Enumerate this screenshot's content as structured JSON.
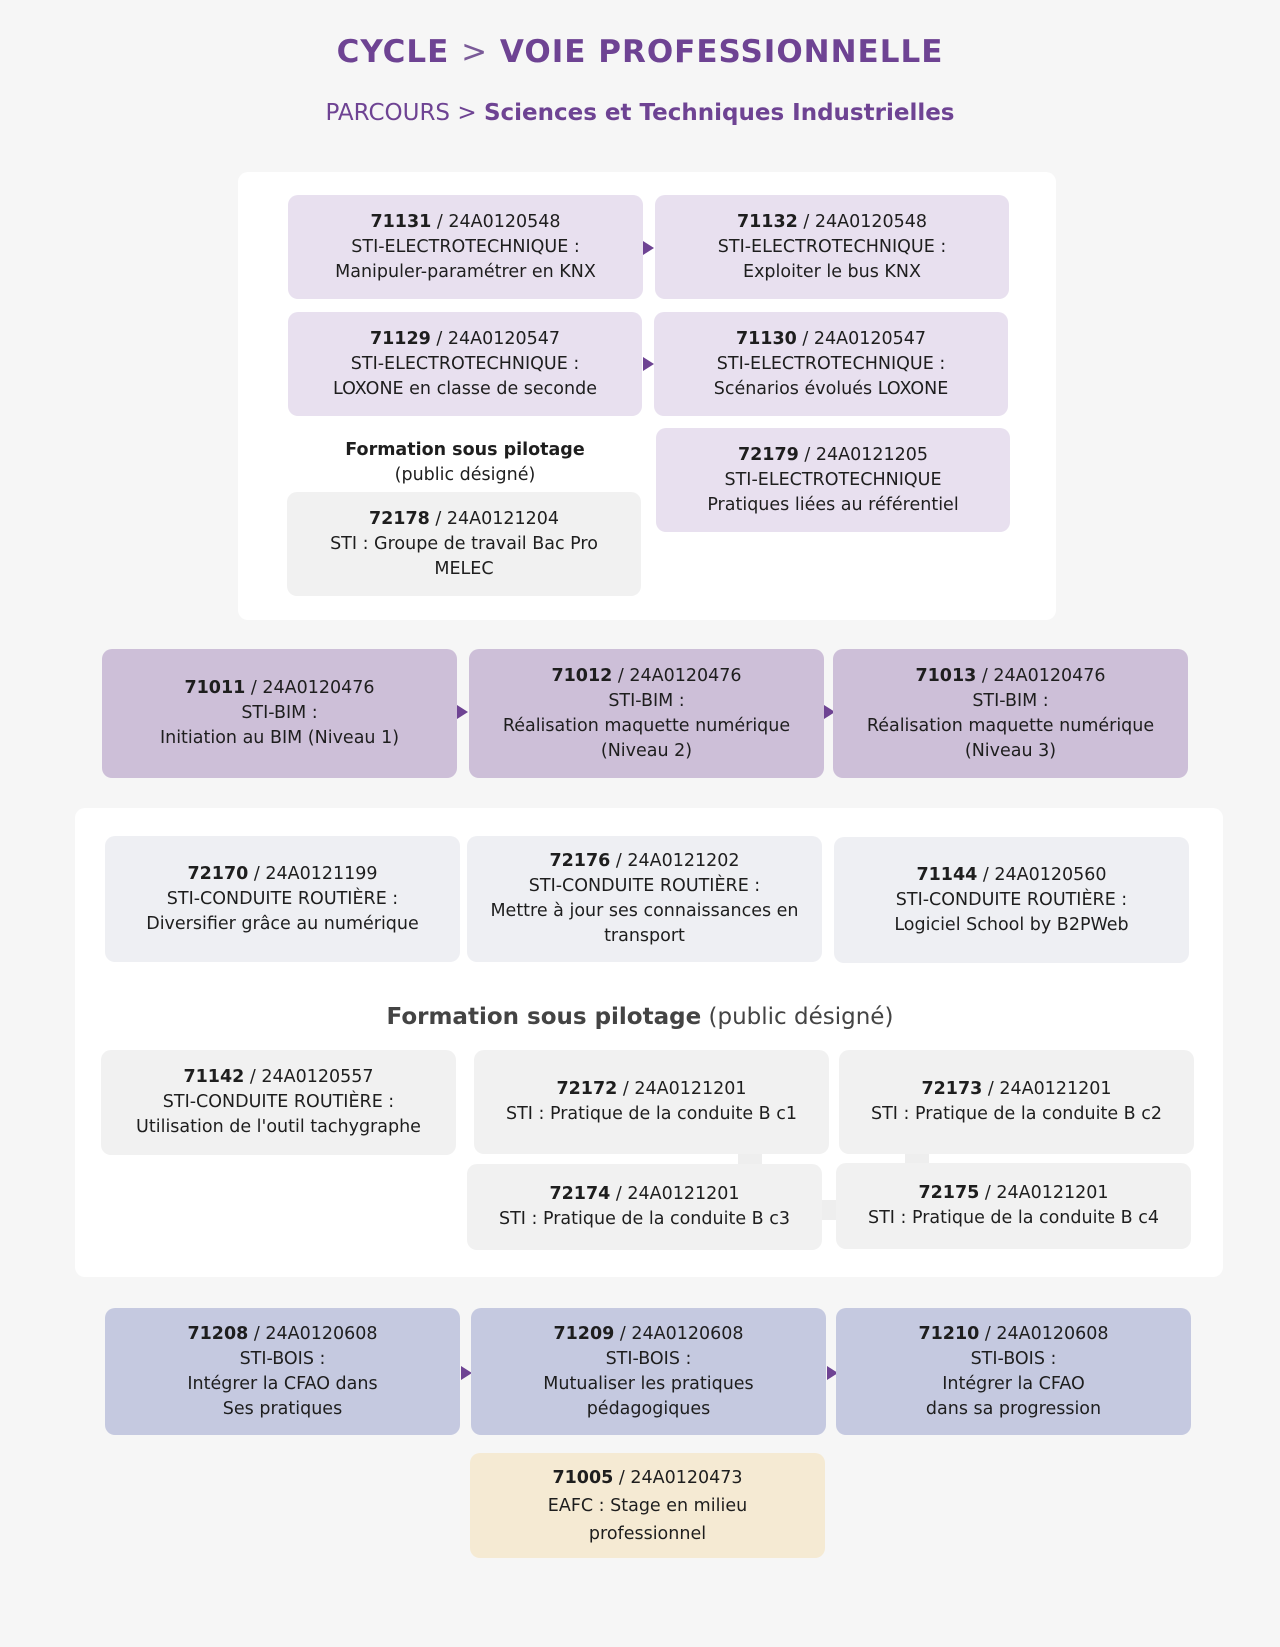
{
  "header": {
    "cycle_label": "CYCLE",
    "sep": ">",
    "cycle_value": "VOIE PROFESSIONNELLE",
    "parcours_label": "PARCOURS",
    "parcours_value": "Sciences et Techniques Industrielles"
  },
  "group1": {
    "pilotage_title": "Formation sous pilotage",
    "pilotage_sub": "(public désigné)",
    "boxes": [
      {
        "code": "71131",
        "ref": " / 24A0120548",
        "l1": "STI-ELECTROTECHNIQUE :",
        "l2": "Manipuler-paramétrer en KNX"
      },
      {
        "code": "71132",
        "ref": " / 24A0120548",
        "l1": "STI-ELECTROTECHNIQUE :",
        "l2": "Exploiter le bus KNX"
      },
      {
        "code": "71129",
        "ref": " / 24A0120547",
        "l1": "STI-ELECTROTECHNIQUE :",
        "l2": "LOXONE en classe de seconde"
      },
      {
        "code": "71130",
        "ref": " / 24A0120547",
        "l1": "STI-ELECTROTECHNIQUE :",
        "l2": "Scénarios évolués LOXONE"
      },
      {
        "code": "72179",
        "ref": " / 24A0121205",
        "l1": "STI-ELECTROTECHNIQUE",
        "l2": "Pratiques liées au référentiel"
      },
      {
        "code": "72178",
        "ref": " / 24A0121204",
        "l1": "STI : Groupe de travail Bac Pro",
        "l2": "MELEC"
      }
    ]
  },
  "group2": {
    "boxes": [
      {
        "code": "71011",
        "ref": " / 24A0120476",
        "l1": "STI-BIM :",
        "l2": "Initiation au BIM (Niveau 1)"
      },
      {
        "code": "71012",
        "ref": " / 24A0120476",
        "l1": "STI-BIM :",
        "l2": "Réalisation maquette numérique",
        "l3": "(Niveau 2)"
      },
      {
        "code": "71013",
        "ref": " / 24A0120476",
        "l1": "STI-BIM :",
        "l2": "Réalisation maquette numérique",
        "l3": "(Niveau 3)"
      }
    ]
  },
  "group3": {
    "pilotage_title": "Formation sous pilotage",
    "pilotage_sub": " (public désigné)",
    "boxes": [
      {
        "code": "72170",
        "ref": " / 24A0121199",
        "l1": "STI-CONDUITE ROUTIÈRE :",
        "l2": "Diversifier grâce au numérique"
      },
      {
        "code": "72176",
        "ref": " / 24A0121202",
        "l1": "STI-CONDUITE ROUTIÈRE :",
        "l2": "Mettre à jour ses connaissances en",
        "l3": "transport"
      },
      {
        "code": "71144",
        "ref": " / 24A0120560",
        "l1": "STI-CONDUITE ROUTIÈRE :",
        "l2": "Logiciel School by B2PWeb"
      },
      {
        "code": "71142",
        "ref": " / 24A0120557",
        "l1": "STI-CONDUITE ROUTIÈRE :",
        "l2": "Utilisation de l'outil tachygraphe"
      },
      {
        "code": "72172",
        "ref": " / 24A0121201",
        "l1": "STI : Pratique de la conduite B c1"
      },
      {
        "code": "72173",
        "ref": " / 24A0121201",
        "l1": "STI : Pratique de la conduite B c2"
      },
      {
        "code": "72174",
        "ref": " / 24A0121201",
        "l1": "STI : Pratique de la conduite B c3"
      },
      {
        "code": "72175",
        "ref": " / 24A0121201",
        "l1": "STI : Pratique de la conduite B c4"
      }
    ]
  },
  "group4": {
    "boxes": [
      {
        "code": "71208",
        "ref": " / 24A0120608",
        "l1": "STI-BOIS :",
        "l2": "Intégrer la CFAO dans",
        "l3": "Ses pratiques"
      },
      {
        "code": "71209",
        "ref": " / 24A0120608",
        "l1": "STI-BOIS :",
        "l2": "Mutualiser les pratiques",
        "l3": "pédagogiques"
      },
      {
        "code": "71210",
        "ref": " / 24A0120608",
        "l1": "STI-BOIS :",
        "l2": "Intégrer la CFAO",
        "l3": "dans sa progression"
      },
      {
        "code": "71005",
        "ref": " / 24A0120473",
        "l1": "EAFC : Stage en milieu",
        "l2": "professionnel"
      }
    ]
  },
  "colors": {
    "accent": "#6e4393",
    "lilac": "#e8e0ef",
    "mauve": "#cdbfd8",
    "grey": "#f1f1f1",
    "blue": "#c5c9e0",
    "cream": "#f5ead3"
  }
}
